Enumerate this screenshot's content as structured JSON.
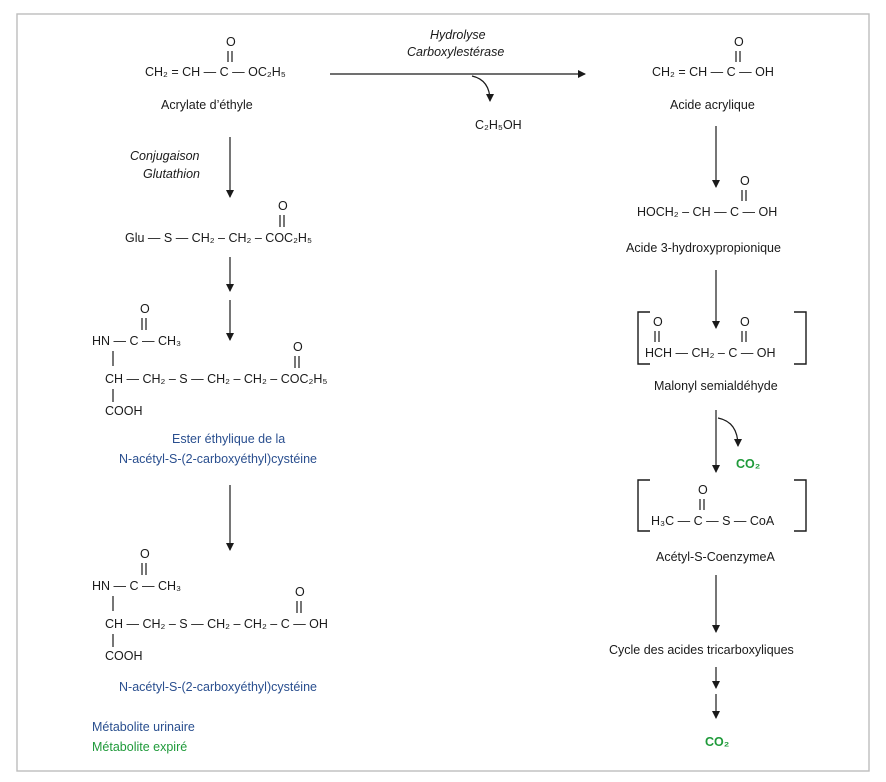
{
  "enzyme": {
    "line1": "Hydrolyse",
    "line2": "Carboxylestérase"
  },
  "byproduct_ethanol": "C₂H₅OH",
  "conjugation": {
    "line1": "Conjugaison",
    "line2": "Glutathion"
  },
  "acrylate": {
    "o": "O",
    "formula": "CH₂ = CH — C — OC₂H₅",
    "name": "Acrylate d’éthyle"
  },
  "glu": {
    "o": "O",
    "formula": "Glu — S — CH₂ – CH₂ – COC₂H₅"
  },
  "ester": {
    "o1": "O",
    "row1": "HN — C — CH₃",
    "o2": "O",
    "row2": "CH — CH₂ – S — CH₂ – CH₂ – COC₂H₅",
    "row3": "COOH",
    "name1": "Ester éthylique de la",
    "name2": "N-acétyl-S-(2-carboxyéthyl)cystéine"
  },
  "acid": {
    "o1": "O",
    "row1": "HN — C — CH₃",
    "o2": "O",
    "row2": "CH — CH₂ – S — CH₂ – CH₂ – C — OH",
    "row3": "COOH",
    "name": "N-acétyl-S-(2-carboxyéthyl)cystéine"
  },
  "acrylic": {
    "o": "O",
    "formula": "CH₂ = CH — C — OH",
    "name": "Acide acrylique"
  },
  "hydroxy": {
    "o": "O",
    "formula": "HOCH₂ – CH — C — OH",
    "name": "Acide 3-hydroxypropionique"
  },
  "malonyl": {
    "o1": "O",
    "o2": "O",
    "formula": "HCH — CH₂ – C — OH",
    "name": "Malonyl semialdéhyde"
  },
  "co2_mid": "CO₂",
  "acetyl": {
    "o": "O",
    "formula": "H₃C — C — S — CoA",
    "name": "Acétyl-S-CoenzymeA"
  },
  "tca": "Cycle des acides tricarboxyliques",
  "co2_final": "CO₂",
  "legend": {
    "urinary": "Métabolite urinaire",
    "exhaled": "Métabolite expiré"
  },
  "colors": {
    "urinary": "#2a4f8f",
    "exhaled": "#1f9a3a",
    "frame": "#bdbdbd"
  }
}
